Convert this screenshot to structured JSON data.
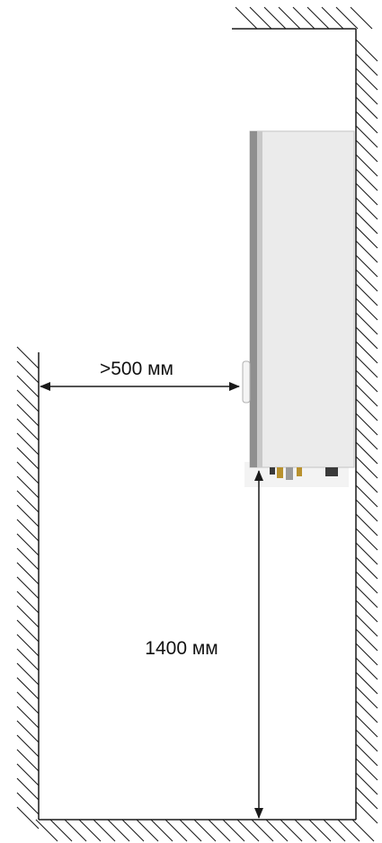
{
  "dimensions": {
    "side_clearance": ">500 мм",
    "height_from_floor": "1400 мм"
  },
  "colors": {
    "line": "#1a1a1a",
    "hatch": "#1a1a1a",
    "unit_body": "#e9e9e9",
    "unit_front": "#8f8f8f",
    "unit_edge": "#b5b5b5",
    "connector_brass": "#b8912e",
    "connector_dark": "#3a3a3a"
  },
  "elements": {
    "ceiling": "ceiling-hatch",
    "right_wall": "right-wall-hatch",
    "left_wall": "left-wall-hatch",
    "floor": "floor-hatch",
    "unit": "wall-mounted-unit"
  }
}
